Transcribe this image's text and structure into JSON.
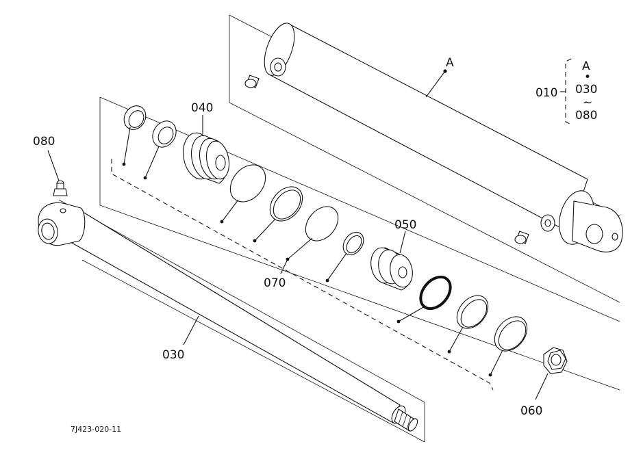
{
  "diagram": {
    "drawing_code": "7J423-020-11",
    "reference_group": {
      "part": "010",
      "header": "A",
      "dot": "•",
      "range_start": "030",
      "tilde": "~",
      "range_end": "080"
    },
    "callouts": {
      "barrel": "A",
      "gland": "040",
      "piston": "050",
      "seal_kit": "070",
      "grease_fitting": "080",
      "rod": "030",
      "nut": "060"
    }
  }
}
